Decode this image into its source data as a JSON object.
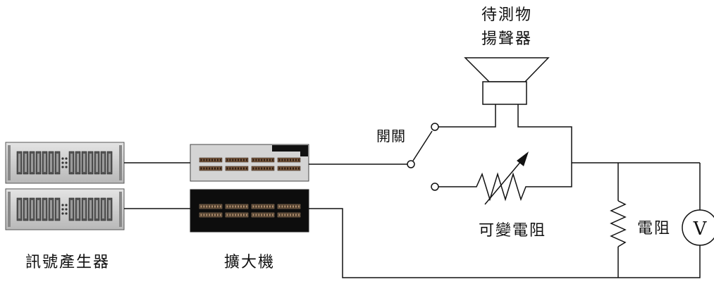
{
  "labels": {
    "dut_line1": "待測物",
    "dut_line2": "揚聲器",
    "switch": "開關",
    "variable_resistor": "可變電阻",
    "resistor": "電阻",
    "voltmeter_symbol": "V",
    "signal_generator": "訊號產生器",
    "amplifier": "擴大機"
  },
  "colors": {
    "line": "#111111",
    "rack_face": "#c8c8c8",
    "amp_face_light": "#d4d4d4",
    "amp_face_dark": "#0d0d0d"
  }
}
